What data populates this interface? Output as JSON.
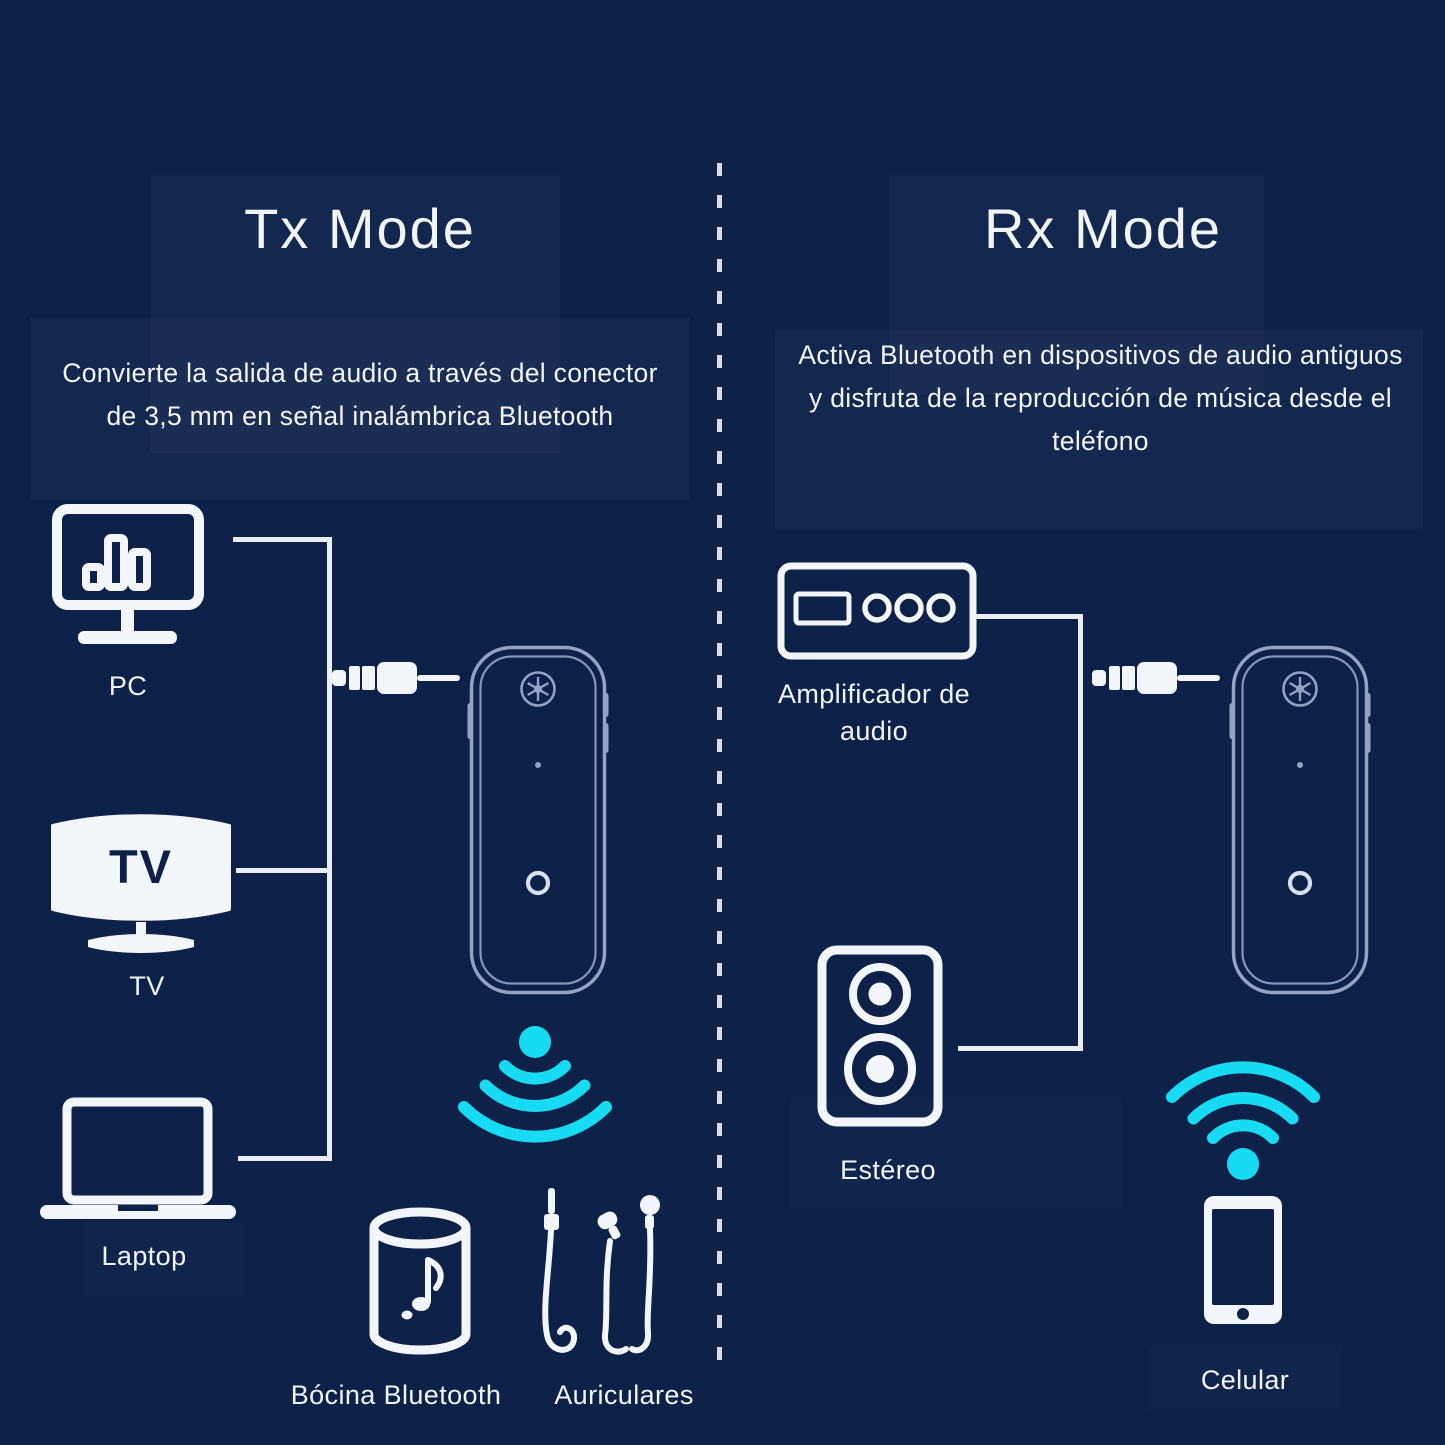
{
  "colors": {
    "background": "#0D2149",
    "accent_cyan": "#17DBF2",
    "icon_white": "#F2F5FA",
    "text_white": "#F1F4F9",
    "device_outline": "#93A3C6",
    "connector_line": "#E9EEF5"
  },
  "tx_mode": {
    "title": "Tx Mode",
    "description_lines": [
      "Convierte la salida de audio a través del conector",
      "de 3,5 mm en señal inalámbrica Bluetooth"
    ],
    "source_labels": {
      "pc": "PC",
      "tv": "TV",
      "laptop": "Laptop"
    },
    "output_labels": {
      "speaker": "Bócina Bluetooth",
      "earphones": "Auriculares"
    }
  },
  "rx_mode": {
    "title": "Rx Mode",
    "description_lines": [
      "Activa Bluetooth en dispositivos de audio antiguos",
      "y disfruta de la reproducción de música desde el",
      "teléfono"
    ],
    "amplifier_label_lines": [
      "Amplificador de",
      "audio"
    ],
    "stereo_label": "Estéreo",
    "phone_label": "Celular"
  },
  "tv_icon_text": "TV"
}
